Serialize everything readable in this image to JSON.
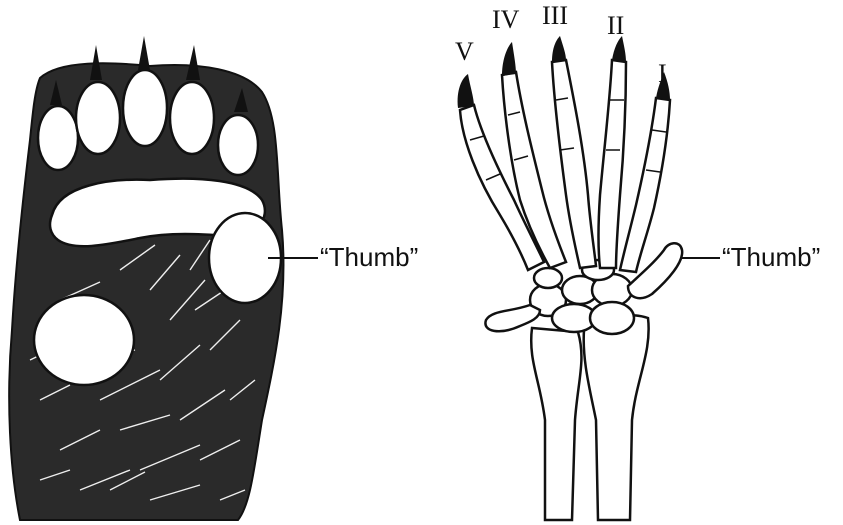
{
  "left_figure": {
    "thumb_label": "“Thumb”"
  },
  "right_figure": {
    "thumb_label": "“Thumb”",
    "digits": [
      "V",
      "IV",
      "III",
      "II",
      "I"
    ]
  },
  "colors": {
    "ink": "#111111",
    "background": "#ffffff"
  }
}
